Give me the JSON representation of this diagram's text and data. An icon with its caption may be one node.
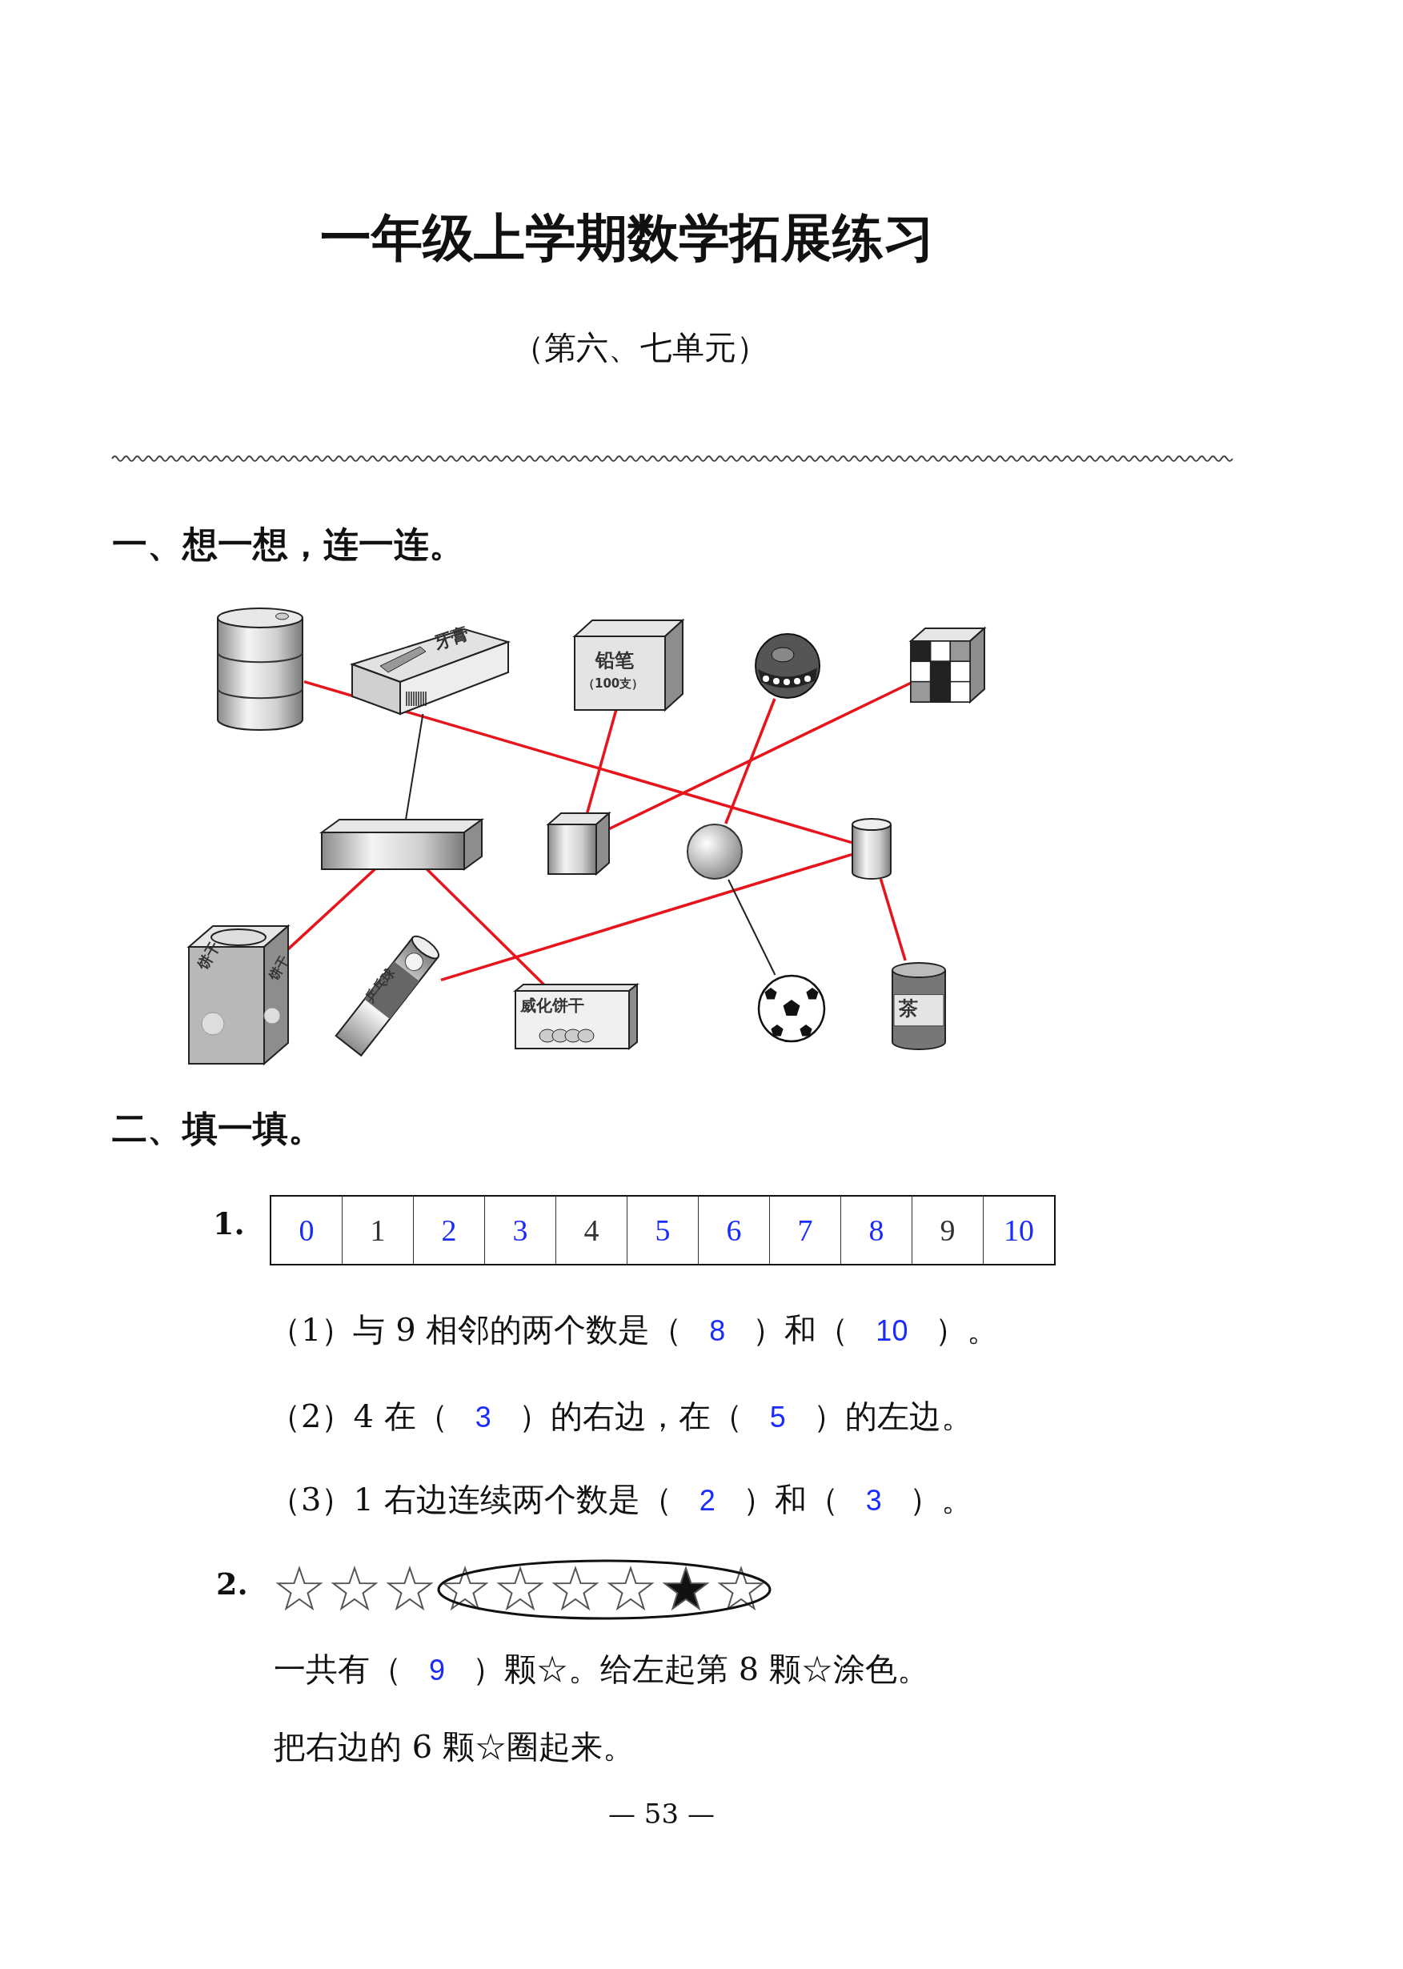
{
  "diagram": {
    "title": "一年级上学期数学拓展练习",
    "nodes": [
      {
        "text": [],
        "shape": "picture"
      },
      {
        "text": [
          "牙膏"
        ]
      },
      {
        "text": [
          "铅笔",
          "（100支）"
        ]
      },
      {
        "text": [],
        "shape": "picture"
      },
      {
        "text": [],
        "shape": "picture"
      },
      {
        "text": [],
        "shape": "cuboid"
      },
      {
        "text": [],
        "shape": "cube"
      },
      {
        "text": [],
        "shape": "sphere"
      },
      {
        "text": [],
        "shape": "cylinder"
      },
      {
        "text": [
          "饼干",
          "饼干"
        ]
      },
      {
        "text": [
          "乒乓球"
        ]
      },
      {
        "text": [
          "威化饼干"
        ]
      },
      {
        "text": [],
        "shape": "picture"
      },
      {
        "text": [
          "茶"
        ]
      }
    ],
    "edges": [
      {
        "from": 0,
        "to": 8,
        "arrow": "none"
      },
      {
        "from": 1,
        "to": 5,
        "arrow": "none",
        "color": "#222222"
      },
      {
        "from": 2,
        "to": 6,
        "arrow": "none"
      },
      {
        "from": 3,
        "to": 7,
        "arrow": "none"
      },
      {
        "from": 4,
        "to": 6,
        "arrow": "none"
      },
      {
        "from": 5,
        "to": 9,
        "arrow": "none"
      },
      {
        "from": 5,
        "to": 11,
        "arrow": "none"
      },
      {
        "from": 8,
        "to": 10,
        "arrow": "none"
      },
      {
        "from": 7,
        "to": 12,
        "arrow": "none",
        "color": "#222222"
      },
      {
        "from": 8,
        "to": 13,
        "arrow": "none"
      }
    ],
    "labels": [
      "（第六、七单元）",
      "一、想一想，连一连。",
      "二、填一填。",
      "1.",
      "0",
      "1",
      "2",
      "3",
      "4",
      "5",
      "6",
      "7",
      "8",
      "9",
      "10",
      "（1）与 9 相邻的两个数是（",
      "8",
      "）和（",
      "10",
      "）。",
      "（2）4 在（",
      "3",
      "）的右边，在（",
      "5",
      "）的左边。",
      "（3）1 右边连续两个数是（",
      "2",
      "）和（",
      "3",
      "）。",
      "2.",
      "一共有（",
      "9",
      "）颗☆。给左起第 8 颗☆涂色。",
      "把右边的 6 颗☆圈起来。",
      "— 53 —"
    ]
  }
}
